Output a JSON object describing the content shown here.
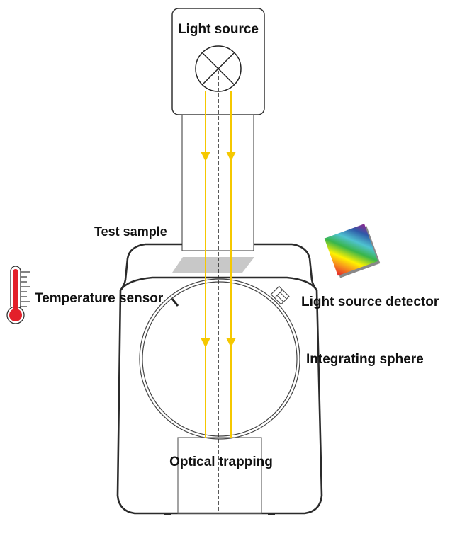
{
  "diagram": {
    "labels": {
      "light_source": "Light source",
      "test_sample": "Test sample",
      "temperature_sensor": "Temperature sensor",
      "light_source_detector": "Light source detector",
      "integrating_sphere": "Integrating sphere",
      "optical_trapping": "Optical trapping"
    },
    "icons": {
      "lamp": "lamp-icon",
      "thermometer": "thermometer-icon",
      "detector": "spectrum-detector-icon"
    },
    "colors": {
      "beam": "#f5c800",
      "outline": "#2b2b2b",
      "sample": "#c8c8c8",
      "thermometer": "#e3202a"
    }
  }
}
